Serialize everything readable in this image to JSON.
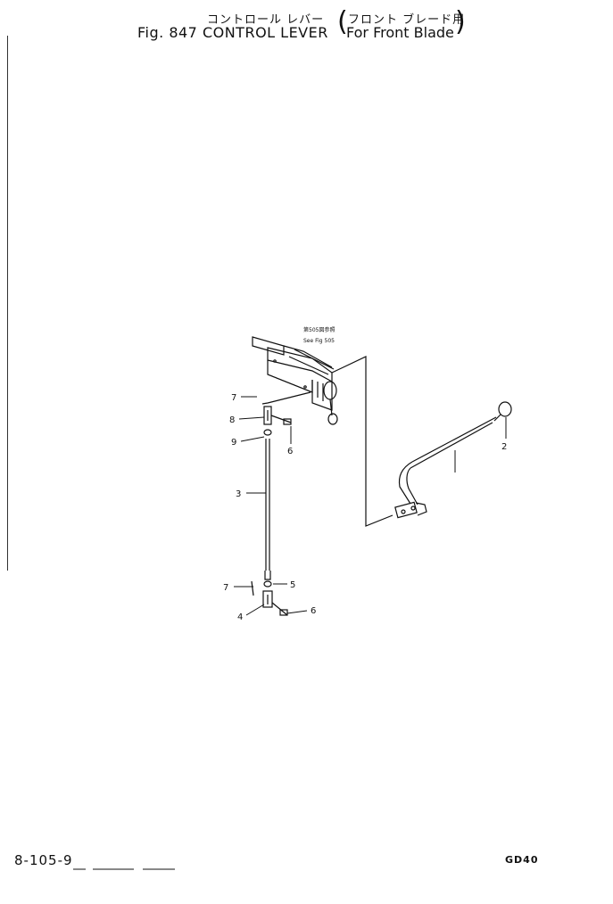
{
  "header": {
    "jp_title": "コントロール レバー",
    "jp_subtitle": "フロント ブレード用",
    "fig_label": "Fig. 847  CONTROL LEVER",
    "en_subtitle": "For Front Blade"
  },
  "reference_note": {
    "jp": "第505図参照",
    "en": "See Fig 505"
  },
  "callouts": {
    "c7_top": "7",
    "c8": "8",
    "c9": "9",
    "c6_top": "6",
    "c3": "3",
    "c2": "2",
    "c5": "5",
    "c7_bottom": "7",
    "c4": "4",
    "c6_bottom": "6"
  },
  "footer": {
    "page_number": "8-105-9",
    "model": "GD40"
  }
}
